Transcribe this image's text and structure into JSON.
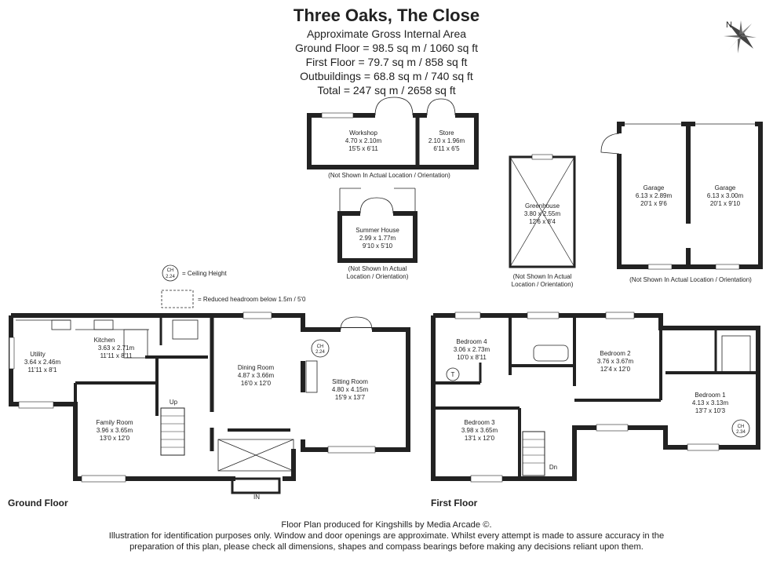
{
  "header": {
    "title": "Three Oaks, The Close",
    "area_heading": "Approximate Gross Internal Area",
    "ground_floor": "Ground Floor = 98.5 sq m / 1060 sq ft",
    "first_floor": "First Floor = 79.7 sq m / 858 sq ft",
    "outbuildings": "Outbuildings = 68.8 sq m / 740 sq ft",
    "total": "Total = 247 sq m / 2658 sq ft"
  },
  "compass": {
    "label": "N"
  },
  "legend": {
    "ch_label": "CH",
    "ch_value": "2.24",
    "ceiling_height": "= Ceiling Height",
    "reduced_headroom": "= Reduced headroom below 1.5m / 5'0"
  },
  "outbuildings": {
    "workshop": {
      "name": "Workshop",
      "metric": "4.70 x 2.10m",
      "imperial": "15'5 x 6'11"
    },
    "store": {
      "name": "Store",
      "metric": "2.10 x 1.96m",
      "imperial": "6'11 x 6'5"
    },
    "workshop_note": "(Not Shown In Actual Location / Orientation)",
    "summer_house": {
      "name": "Summer House",
      "metric": "2.99 x 1.77m",
      "imperial": "9'10 x 5'10"
    },
    "summer_note_1": "(Not Shown In Actual",
    "summer_note_2": "Location / Orientation)",
    "greenhouse": {
      "name": "Greenhouse",
      "metric": "3.80 x 2.55m",
      "imperial": "12'6 x 8'4"
    },
    "green_note_1": "(Not Shown In Actual",
    "green_note_2": "Location / Orientation)",
    "garage1": {
      "name": "Garage",
      "metric": "6.13 x 2.89m",
      "imperial": "20'1 x 9'6"
    },
    "garage2": {
      "name": "Garage",
      "metric": "6.13 x 3.00m",
      "imperial": "20'1 x 9'10"
    },
    "garage_note": "(Not Shown In Actual Location / Orientation)"
  },
  "ground_floor": {
    "label": "Ground Floor",
    "utility": {
      "name": "Utility",
      "metric": "3.64 x 2.46m",
      "imperial": "11'11 x 8'1"
    },
    "kitchen": {
      "name": "Kitchen",
      "metric": "3.63 x 2.71m",
      "imperial": "11'11 x 8'11"
    },
    "family": {
      "name": "Family Room",
      "metric": "3.96 x 3.65m",
      "imperial": "13'0 x 12'0"
    },
    "dining": {
      "name": "Dining Room",
      "metric": "4.87 x 3.66m",
      "imperial": "16'0 x 12'0"
    },
    "sitting": {
      "name": "Sitting Room",
      "metric": "4.80 x 4.15m",
      "imperial": "15'9 x 13'7"
    },
    "ch_label": "CH",
    "ch_value": "2.24",
    "up": "Up",
    "entrance": "IN"
  },
  "first_floor": {
    "label": "First Floor",
    "bed4": {
      "name": "Bedroom 4",
      "metric": "3.06 x 2.73m",
      "imperial": "10'0 x 8'11"
    },
    "bed2": {
      "name": "Bedroom 2",
      "metric": "3.76 x 3.67m",
      "imperial": "12'4 x 12'0"
    },
    "bed3": {
      "name": "Bedroom 3",
      "metric": "3.98 x 3.65m",
      "imperial": "13'1 x 12'0"
    },
    "bed1": {
      "name": "Bedroom 1",
      "metric": "4.13 x 3.13m",
      "imperial": "13'7 x 10'3"
    },
    "ch_label": "CH",
    "ch_value": "2.34",
    "tank": "T",
    "down": "Dn"
  },
  "footer": {
    "line1": "Floor Plan produced for Kingshills by Media Arcade ©.",
    "line2": "Illustration for identification purposes only. Window and door openings are approximate. Whilst every attempt is made to assure accuracy in the",
    "line3": "preparation of this plan, please check all dimensions, shapes and compass bearings before making any decisions reliant upon them."
  }
}
